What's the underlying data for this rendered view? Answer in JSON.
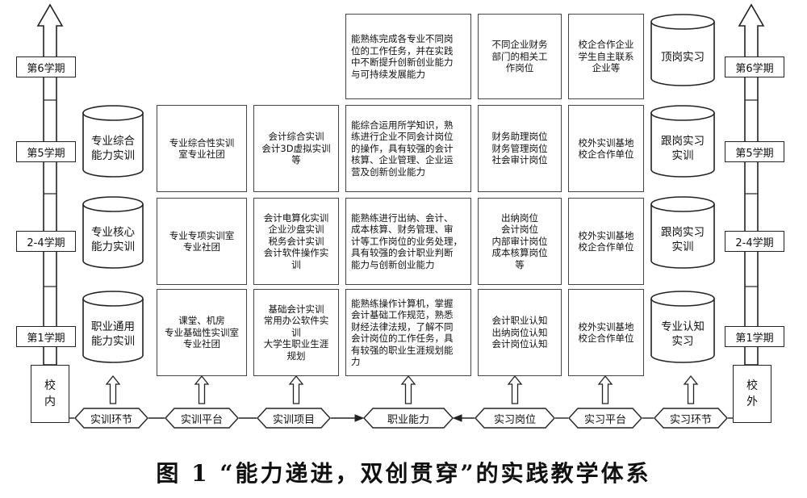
{
  "left_periods": [
    "第6学期",
    "第5学期",
    "2-4学期",
    "第1学期"
  ],
  "right_periods": [
    "第6学期",
    "第5学期",
    "2-4学期",
    "第1学期"
  ],
  "left_side_label": "校内",
  "right_side_label": "校外",
  "training_cylinders": [
    "专业综合\n能力实训",
    "专业核心\n能力实训",
    "职业通用\n能力实训"
  ],
  "platforms": [
    "专业综合性实训\n室专业社团",
    "专业专项实训室\n专业社团",
    "课堂、机房\n专业基础性实训室\n专业社团"
  ],
  "projects": [
    "会计综合实训\n会计3D虚拟实训\n等",
    "会计电算化实训\n企业沙盘实训\n税务会计实训\n会计软件操作实\n训",
    "基础会计实训\n常用办公软件实\n训\n大学生职业生涯\n规划"
  ],
  "abilities": [
    "能熟练完成各专业不同岗\n位的工作任务，并在实践\n中不断提升创新创业能力\n与可持续发展能力",
    "能综合运用所学知识，熟\n练进行企业不同会计岗位\n的操作，具有较强的会计\n核算、企业管理、企业运\n营及创新创业能力",
    "能熟练进行出纳、会计、\n成本核算、财务管理、审\n计等工作岗位的业务处理，\n具有较强的会计职业判断\n能力与创新创业能力",
    "能熟练操作计算机，掌握\n会计基础工作规范，熟悉\n财经法律法规，了解不同\n会计岗位的工作任务，具\n有较强的职业生涯规划能\n力"
  ],
  "posts": [
    "不同企业财务\n部门的相关工\n作岗位",
    "财务助理岗位\n财务管理岗位\n社会审计岗位",
    "出纳岗位\n会计岗位\n内部审计岗位\n成本核算岗位\n等",
    "会计职业认知\n出纳岗位认知\n会计岗位认知"
  ],
  "intern_platforms": [
    "校企合作企业\n学生自主联系\n企业等",
    "校外实训基地\n校企合作单位",
    "校外实训基地\n校企合作单位",
    "校外实训基地\n校企合作单位"
  ],
  "intern_cylinders": [
    "顶岗实习",
    "跟岗实习\n实训",
    "跟岗实习\n实训",
    "专业认知\n实习"
  ],
  "bottom_nodes": [
    "实训环节",
    "实训平台",
    "实训项目",
    "职业能力",
    "实习岗位",
    "实习平台",
    "实习环节"
  ],
  "caption": "图 1  “能力递进，双创贯穿”的实践教学体系"
}
